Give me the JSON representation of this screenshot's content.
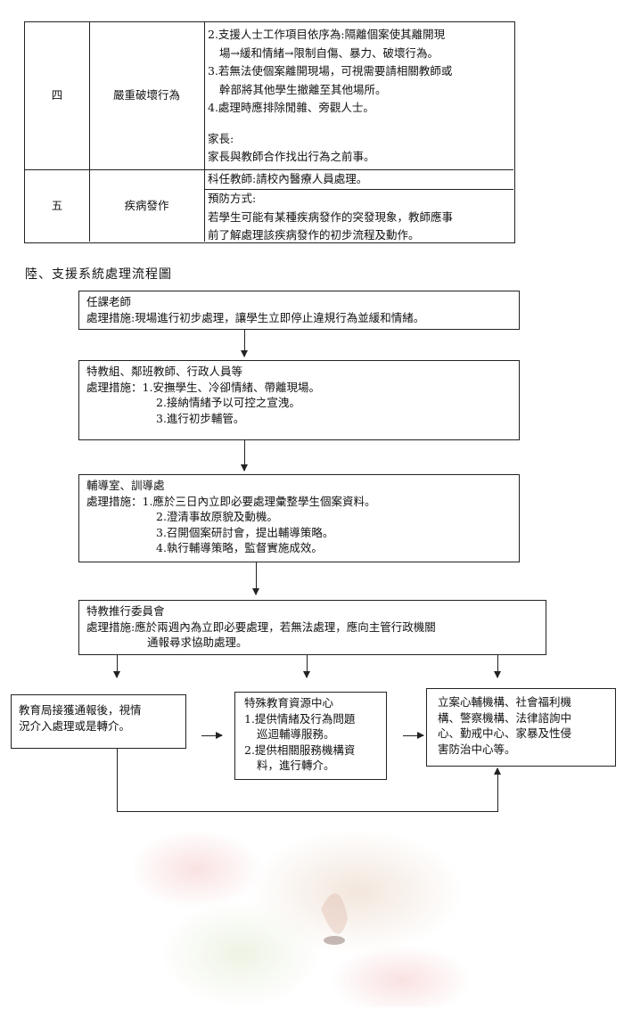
{
  "table": {
    "rows": [
      {
        "no": "四",
        "type": "嚴重破壞行為",
        "lines": [
          "2.支援人士工作項目依序為:隔離個案使其離開現",
          "場→緩和情緒→限制自傷、暴力、破壞行為。",
          "3.若無法使個案離開現場，可視需要請相關教師或",
          "幹部將其他學生撤離至其他場所。",
          "4.處理時應排除閒雜、旁觀人士。",
          "",
          "家長:",
          "家長與教師合作找出行為之前事。"
        ]
      },
      {
        "no": "五",
        "type": "疾病發作",
        "top_line": "科任教師:請校內醫療人員處理。",
        "lines": [
          "預防方式:",
          "若學生可能有某種疾病發作的突發現象，教師應事",
          "前了解處理該疾病發作的初步流程及動作。"
        ]
      }
    ]
  },
  "section_title": "陸、支援系統處理流程圖",
  "flow": {
    "box1": {
      "title": "任課老師",
      "line": "處理措施:現場進行初步處理，讓學生立即停止違規行為並緩和情緒。"
    },
    "box2": {
      "title": "特教組、鄰班教師、行政人員等",
      "label": "處理措施：",
      "items": [
        "1.安撫學生、冷卻情緒、帶離現場。",
        "2.接納情緒予以可控之宣洩。",
        "3.進行初步輔管。"
      ]
    },
    "box3": {
      "title": "輔導室、訓導處",
      "label": "處理措施：",
      "items": [
        "1.應於三日內立即必要處理彙整學生個案資料。",
        "2.澄清事故原貌及動機。",
        "3.召開個案研討會，提出輔導策略。",
        "4.執行輔導策略，監督實施成效。"
      ]
    },
    "box4": {
      "title": "特教推行委員會",
      "line1": "處理措施:應於兩週內為立即必要處理，若無法處理，應向主管行政機關",
      "line2": "通報尋求協助處理。"
    },
    "box5": {
      "lines": [
        "教育局接獲通報後，視情",
        "況介入處理或是轉介。"
      ]
    },
    "box6": {
      "title": "特殊教育資源中心",
      "lines": [
        "1.提供情緒及行為問題",
        "巡迴輔導服務。",
        "2.提供相關服務機構資",
        "料，進行轉介。"
      ]
    },
    "box7": {
      "lines": [
        "立案心輔機構、社會福利機",
        "構、警察機構、法律諮詢中",
        "心、勤戒中心、家暴及性侵",
        "害防治中心等。"
      ]
    }
  }
}
